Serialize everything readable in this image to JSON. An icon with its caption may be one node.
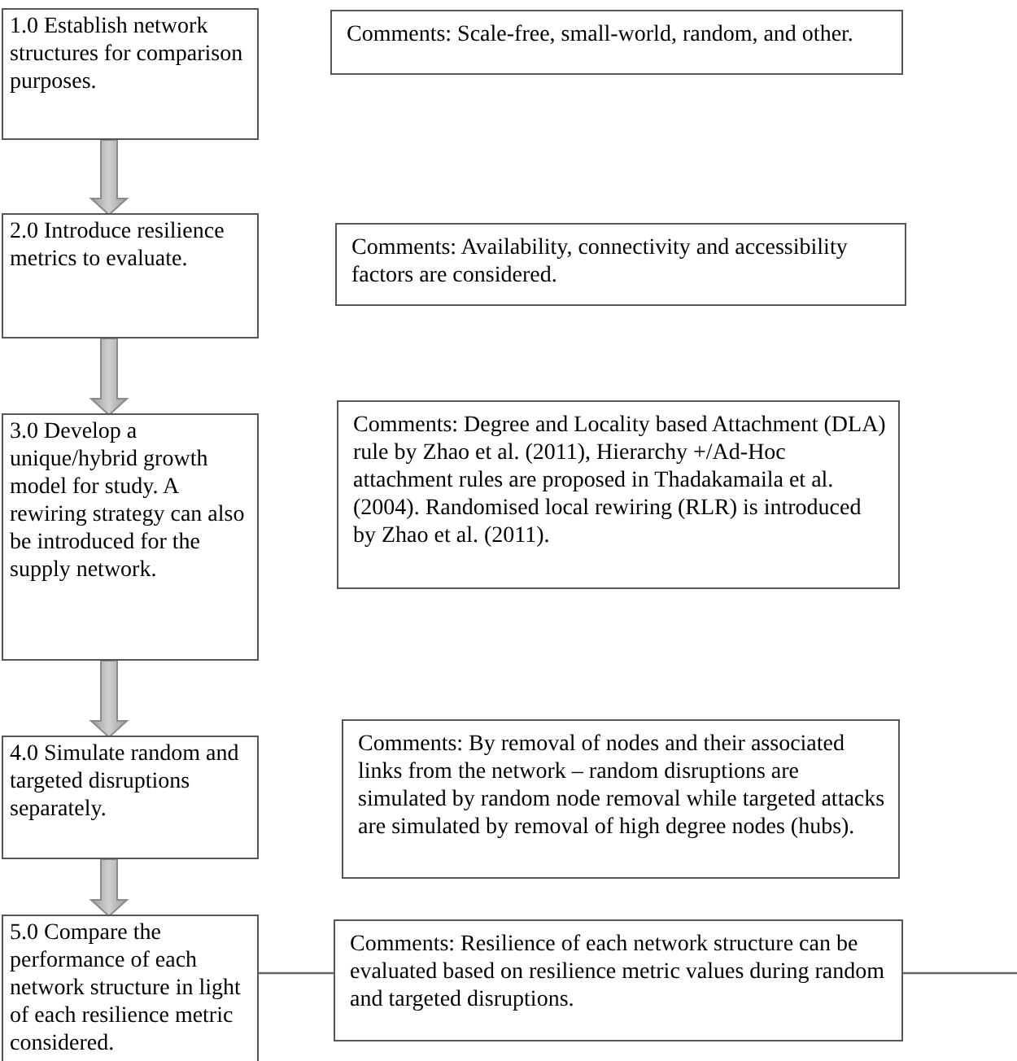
{
  "diagram": {
    "nodes": [
      {
        "text": [
          "1.0 Establish network structures for comparison purposes."
        ]
      },
      {
        "text": [
          "Comments: Scale-free, small-world, random, and other."
        ]
      },
      {
        "text": [
          "2.0 Introduce resilience metrics to evaluate."
        ]
      },
      {
        "text": [
          "Comments: Availability, connectivity and accessibility factors are considered."
        ]
      },
      {
        "text": [
          "3.0 Develop a unique/hybrid growth model for study. A rewiring strategy can also be introduced for the supply network."
        ]
      },
      {
        "text": [
          "Comments: Degree and Locality based Attachment (DLA) rule by Zhao et al. (2011), Hierarchy +/Ad-Hoc attachment rules are proposed in Thadakamaila et al. (2004). Randomised local rewiring (RLR) is introduced by Zhao et al. (2011)."
        ]
      },
      {
        "text": [
          "4.0 Simulate random and targeted disruptions separately."
        ]
      },
      {
        "text": [
          "Comments: By removal of nodes and their associated links from the network – random disruptions are simulated by random node removal while targeted attacks are simulated by removal of high degree nodes (hubs)."
        ]
      },
      {
        "text": [
          "5.0 Compare the performance of each network structure in light of each resilience metric considered."
        ]
      },
      {
        "text": [
          "Comments: Resilience of each network structure can be evaluated based on resilience metric values during random and targeted disruptions."
        ]
      }
    ],
    "edges": [
      {
        "from": 0,
        "to": 2,
        "arrow": "to",
        "style": "thick"
      },
      {
        "from": 2,
        "to": 4,
        "arrow": "to",
        "style": "thick"
      },
      {
        "from": 4,
        "to": 6,
        "arrow": "to",
        "style": "thick"
      },
      {
        "from": 6,
        "to": 8,
        "arrow": "to",
        "style": "thick"
      },
      {
        "from": 8,
        "to": 9,
        "arrow": "none"
      },
      {
        "from": 9,
        "to": null,
        "arrow": "none"
      }
    ]
  }
}
